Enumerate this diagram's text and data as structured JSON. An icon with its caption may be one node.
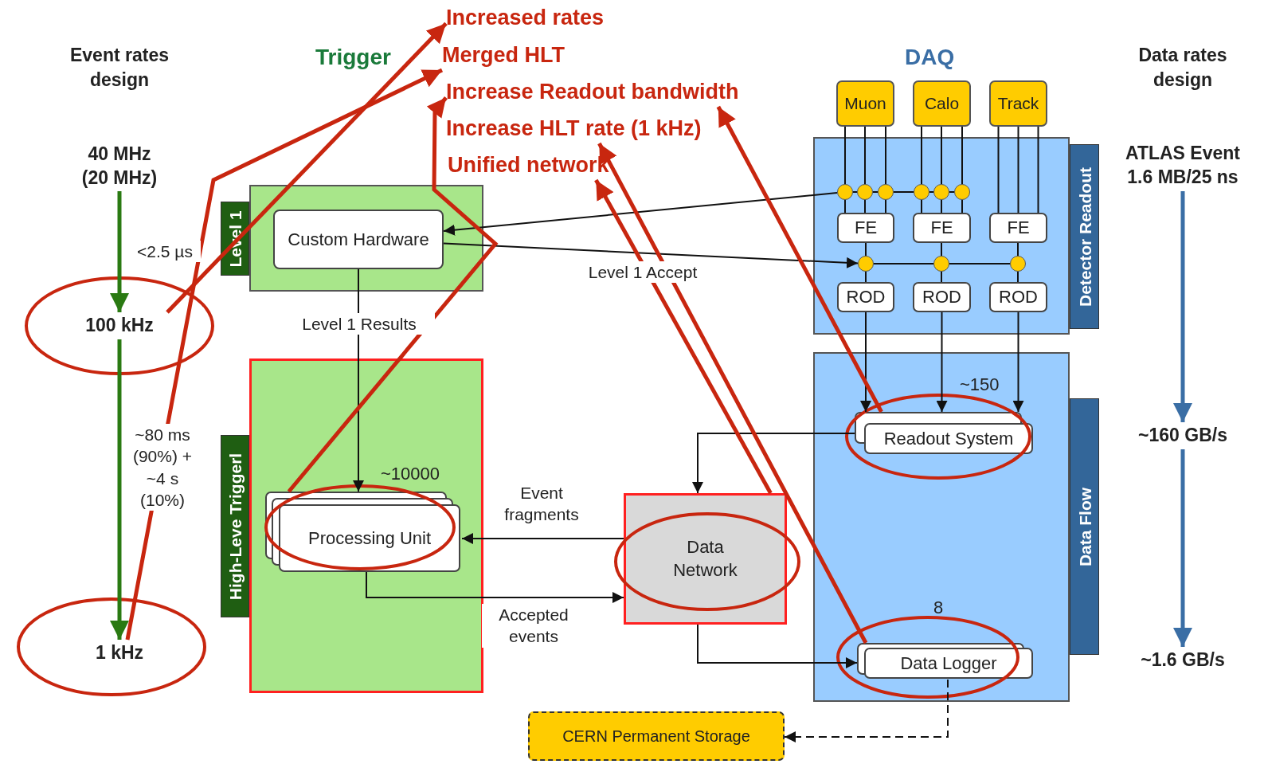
{
  "diagram": {
    "nodes": [
      {
        "text": [
          "40 MHz (20 MHz)"
        ]
      },
      {
        "text": [
          "100 kHz"
        ]
      },
      {
        "text": [
          "1 kHz"
        ]
      },
      {
        "text": [
          "Increased rates"
        ]
      },
      {
        "text": [
          "Merged HLT"
        ]
      },
      {
        "text": [
          "Increase Readout bandwidth"
        ]
      },
      {
        "text": [
          "Increase HLT rate (1 kHz)"
        ]
      },
      {
        "text": [
          "Unified network"
        ]
      },
      {
        "text": [
          "Level 1"
        ]
      },
      {
        "text": [
          "Custom Hardware"
        ],
        "in": 8
      },
      {
        "text": [
          "High-Leve Triggerl"
        ]
      },
      {
        "text": [
          "Processing Unit"
        ],
        "in": 10,
        "beside": [
          "~10000"
        ]
      },
      {
        "text": [
          "Data Network"
        ]
      },
      {
        "text": [
          "Muon"
        ]
      },
      {
        "text": [
          "Calo"
        ]
      },
      {
        "text": [
          "Track"
        ]
      },
      {
        "text": [
          "Detector Readout"
        ]
      },
      {
        "text": [],
        "shape": "circle",
        "in": 16
      },
      {
        "text": [],
        "shape": "circle",
        "in": 16
      },
      {
        "text": [],
        "shape": "circle",
        "in": 16
      },
      {
        "text": [],
        "shape": "circle",
        "in": 16
      },
      {
        "text": [],
        "shape": "circle",
        "in": 16
      },
      {
        "text": [],
        "shape": "circle",
        "in": 16
      },
      {
        "text": [
          "FE"
        ],
        "in": 16
      },
      {
        "text": [
          "FE"
        ],
        "in": 16
      },
      {
        "text": [
          "FE"
        ],
        "in": 16
      },
      {
        "text": [],
        "shape": "circle",
        "in": 16
      },
      {
        "text": [],
        "shape": "circle",
        "in": 16
      },
      {
        "text": [],
        "shape": "circle",
        "in": 16
      },
      {
        "text": [
          "ROD"
        ],
        "in": 16
      },
      {
        "text": [
          "ROD"
        ],
        "in": 16
      },
      {
        "text": [
          "ROD"
        ],
        "in": 16
      },
      {
        "text": [
          "Data Flow"
        ]
      },
      {
        "text": [
          "Readout System"
        ],
        "in": 32,
        "beside": [
          "~150"
        ]
      },
      {
        "text": [
          "Data Logger"
        ],
        "in": 32,
        "beside": [
          "8"
        ]
      },
      {
        "text": [
          "CERN Permanent Storage"
        ]
      },
      {
        "text": [
          "ATLAS Event 1.6 MB/25 ns"
        ]
      },
      {
        "text": [
          "~160 GB/s"
        ]
      },
      {
        "text": [
          "~1.6 GB/s"
        ]
      }
    ],
    "edges": [
      {
        "from": 0,
        "to": 1,
        "arrow": "to",
        "label": "<2.5 µs",
        "style": "thick",
        "color": "#2a7a12"
      },
      {
        "from": 1,
        "to": 2,
        "arrow": "to",
        "label": "~80 ms (90%) + ~4 s (10%)",
        "style": "thick",
        "color": "#2a7a12"
      },
      {
        "from": 36,
        "to": 37,
        "arrow": "to",
        "style": "thick",
        "color": "#3a6ea5"
      },
      {
        "from": 37,
        "to": 38,
        "arrow": "to",
        "style": "thick",
        "color": "#3a6ea5"
      },
      {
        "from": 17,
        "to": 9,
        "arrow": "to"
      },
      {
        "from": 9,
        "to": 26,
        "arrow": "to",
        "label": "Level 1 Accept"
      },
      {
        "from": 9,
        "to": 11,
        "arrow": "to",
        "label": "Level 1 Results"
      },
      {
        "from": 33,
        "to": 12,
        "arrow": "to"
      },
      {
        "from": 12,
        "to": 11,
        "arrow": "to",
        "label": "Event fragments"
      },
      {
        "from": 11,
        "to": 12,
        "arrow": "to",
        "label": "Accepted events"
      },
      {
        "from": 12,
        "to": 34,
        "arrow": "to"
      },
      {
        "from": 34,
        "to": 35,
        "arrow": "to",
        "style": "dashed"
      },
      {
        "from": 29,
        "to": 33,
        "arrow": "to"
      },
      {
        "from": 30,
        "to": 33,
        "arrow": "to"
      },
      {
        "from": 31,
        "to": 33,
        "arrow": "to"
      },
      {
        "from": 13,
        "to": 17,
        "arrow": "none"
      },
      {
        "from": 13,
        "to": 18,
        "arrow": "none"
      },
      {
        "from": 13,
        "to": 19,
        "arrow": "none"
      },
      {
        "from": 14,
        "to": 20,
        "arrow": "none"
      },
      {
        "from": 14,
        "to": 21,
        "arrow": "none"
      },
      {
        "from": 14,
        "to": 22,
        "arrow": "none"
      },
      {
        "from": 17,
        "to": 23,
        "arrow": "none"
      },
      {
        "from": 18,
        "to": 23,
        "arrow": "none"
      },
      {
        "from": 19,
        "to": 23,
        "arrow": "none"
      },
      {
        "from": 20,
        "to": 24,
        "arrow": "none"
      },
      {
        "from": 21,
        "to": 24,
        "arrow": "none"
      },
      {
        "from": 22,
        "to": 24,
        "arrow": "none"
      },
      {
        "from": 15,
        "to": 25,
        "arrow": "none"
      },
      {
        "from": 15,
        "to": 25,
        "arrow": "none"
      },
      {
        "from": 15,
        "to": 25,
        "arrow": "none"
      },
      {
        "from": 17,
        "to": 18,
        "arrow": "none"
      },
      {
        "from": 18,
        "to": 19,
        "arrow": "none"
      },
      {
        "from": 19,
        "to": 20,
        "arrow": "none"
      },
      {
        "from": 20,
        "to": 21,
        "arrow": "none"
      },
      {
        "from": 21,
        "to": 22,
        "arrow": "none"
      },
      {
        "from": 23,
        "to": 26,
        "arrow": "none"
      },
      {
        "from": 24,
        "to": 27,
        "arrow": "none"
      },
      {
        "from": 25,
        "to": 28,
        "arrow": "none"
      },
      {
        "from": 26,
        "to": 27,
        "arrow": "none"
      },
      {
        "from": 27,
        "to": 28,
        "arrow": "none"
      },
      {
        "from": 26,
        "to": 29,
        "arrow": "none"
      },
      {
        "from": 27,
        "to": 30,
        "arrow": "none"
      },
      {
        "from": 28,
        "to": 31,
        "arrow": "none"
      },
      {
        "from": 1,
        "to": 3,
        "arrow": "to",
        "style": "thick",
        "color": "#c8260f"
      },
      {
        "from": 2,
        "to": 4,
        "arrow": "to",
        "style": "thick",
        "color": "#c8260f"
      },
      {
        "from": 11,
        "to": 5,
        "arrow": "to",
        "style": "thick",
        "color": "#c8260f"
      },
      {
        "from": 33,
        "to": 5,
        "arrow": "to",
        "style": "thick",
        "color": "#c8260f"
      },
      {
        "from": 34,
        "to": 6,
        "arrow": "to",
        "style": "thick",
        "color": "#c8260f"
      },
      {
        "from": 12,
        "to": 7,
        "arrow": "to",
        "style": "thick",
        "color": "#c8260f"
      }
    ],
    "labels": [
      "Event rates design",
      "Trigger",
      "DAQ",
      "Data rates design"
    ]
  }
}
